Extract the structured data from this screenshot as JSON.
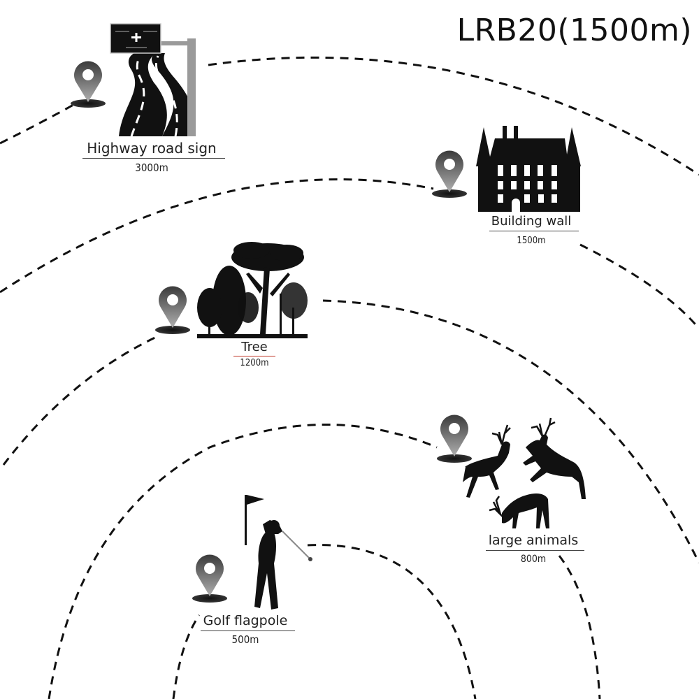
{
  "title": "LRB20(1500m)",
  "targets": [
    {
      "name": "Highway road sign",
      "distance": "3000m",
      "icon": "highway-road-sign-icon"
    },
    {
      "name": "Building wall",
      "distance": "1500m",
      "icon": "building-icon"
    },
    {
      "name": "Tree",
      "distance": "1200m",
      "icon": "tree-icon"
    },
    {
      "name": "large animals",
      "distance": "800m",
      "icon": "deer-icon"
    },
    {
      "name": "Golf flagpole",
      "distance": "500m",
      "icon": "golfer-icon"
    }
  ],
  "colors": {
    "ink": "#111111",
    "accent_underline": "#c0392b",
    "background": "#ffffff"
  }
}
